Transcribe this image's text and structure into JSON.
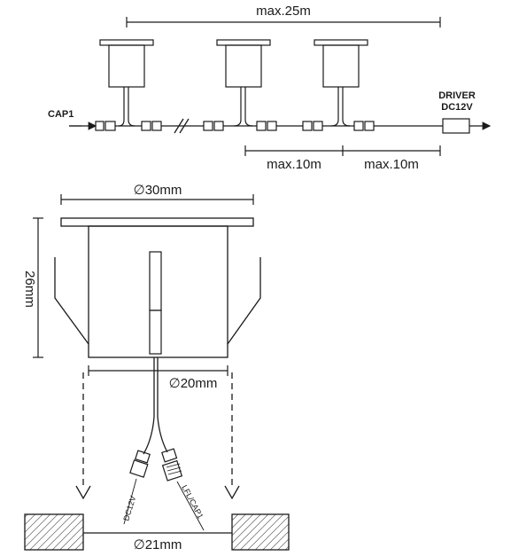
{
  "wiring": {
    "total_length_label": "max.25m",
    "segment1_label": "max.10m",
    "segment2_label": "max.10m",
    "input_label": "CAP1",
    "driver_label_line1": "DRIVER",
    "driver_label_line2": "DC12V"
  },
  "fixture": {
    "top_diameter_label": "∅30mm",
    "height_label": "26mm",
    "body_diameter_label": "∅20mm",
    "cable_dc_label": "DC12V",
    "cable_cap_label": "LFL/CAP1",
    "hole_diameter_label": "∅21mm"
  },
  "colors": {
    "line": "#1a1a1a",
    "background": "#ffffff"
  }
}
